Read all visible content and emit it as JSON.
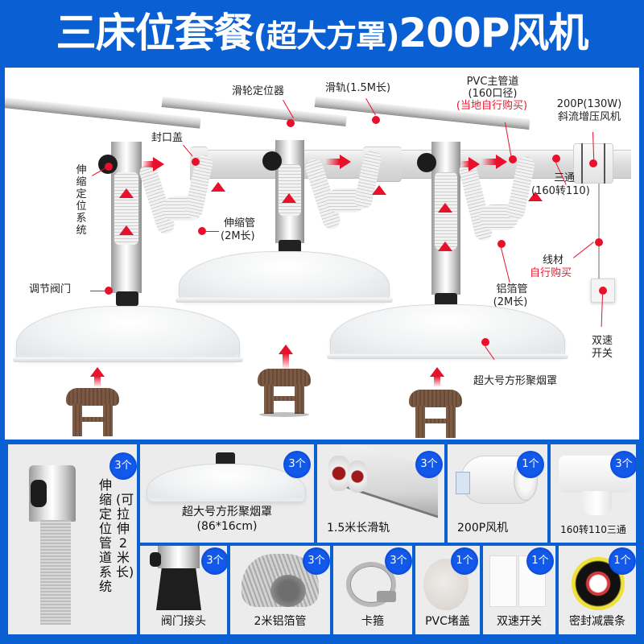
{
  "header": {
    "title_main": "三床位套餐",
    "title_paren": "(超大方罩)",
    "title_tail": "200P风机",
    "background": "#0a60d2"
  },
  "diagram": {
    "labels": {
      "pulley_locator": "滑轮定位器",
      "rail": "滑轨(1.5M长)",
      "pvc_main_line1": "PVC主管道",
      "pvc_main_line2": "(160口径)",
      "pvc_main_note": "(当地自行购买)",
      "fan_line1": "200P(130W)",
      "fan_line2": "斜流增压风机",
      "seal_cap": "封口盖",
      "telescopic_system": "伸缩定位系统",
      "telescopic_pipe_line1": "伸缩管",
      "telescopic_pipe_line2": "(2M长)",
      "tee_line1": "三通",
      "tee_line2": "(160转110)",
      "wire_line1": "线材",
      "wire_note": "自行购买",
      "adjust_valve": "调节阀门",
      "foil_pipe_line1": "铝箔管",
      "foil_pipe_line2": "(2M长)",
      "dual_speed_line1": "双速",
      "dual_speed_line2": "开关",
      "hood": "超大号方形聚烟罩"
    },
    "colors": {
      "accent_red": "#e8102a",
      "stool_brown": "#6f4f3b"
    }
  },
  "parts": [
    {
      "name": "伸缩定位管道系统",
      "sub": "(可拉伸2米长)",
      "qty": "3个"
    },
    {
      "name": "超大号方形聚烟罩",
      "sub": "(86*16cm)",
      "qty": "3个"
    },
    {
      "name": "1.5米长滑轨",
      "qty": "3个"
    },
    {
      "name": "200P风机",
      "qty": "1个"
    },
    {
      "name": "160转110三通",
      "qty": "3个"
    },
    {
      "name": "阀门接头",
      "qty": "3个"
    },
    {
      "name": "2米铝箔管",
      "qty": "3个"
    },
    {
      "name": "卡箍",
      "qty": "3个"
    },
    {
      "name": "PVC堵盖",
      "qty": "1个"
    },
    {
      "name": "双速开关",
      "qty": "1个"
    },
    {
      "name": "密封减震条",
      "qty": "1个"
    }
  ]
}
